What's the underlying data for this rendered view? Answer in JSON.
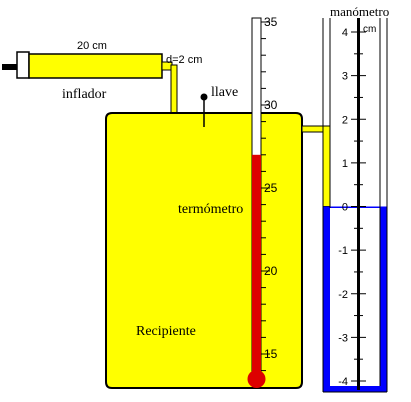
{
  "labels": {
    "pump_length": "20 cm",
    "pump_diameter": "d=2 cm",
    "pump": "inflador",
    "valve": "llave",
    "thermometer": "termómetro",
    "container": "Recipiente",
    "manometer": "manómetro",
    "manometer_unit": "cm"
  },
  "thermometer_scale": {
    "ticks": [
      "35",
      "30",
      "25",
      "20",
      "15"
    ],
    "min": 13.5,
    "max": 35,
    "reading": 27
  },
  "manometer_scale": {
    "ticks": [
      "4",
      "3",
      "2",
      "1",
      "0",
      "-1",
      "-2",
      "-3",
      "-4"
    ],
    "min": -4,
    "max": 4,
    "left_level": 0,
    "right_level": 0
  },
  "colors": {
    "container": "#ffff00",
    "mercury": "#dd0000",
    "manometer_fluid": "#0000ff",
    "outline": "#000000"
  }
}
